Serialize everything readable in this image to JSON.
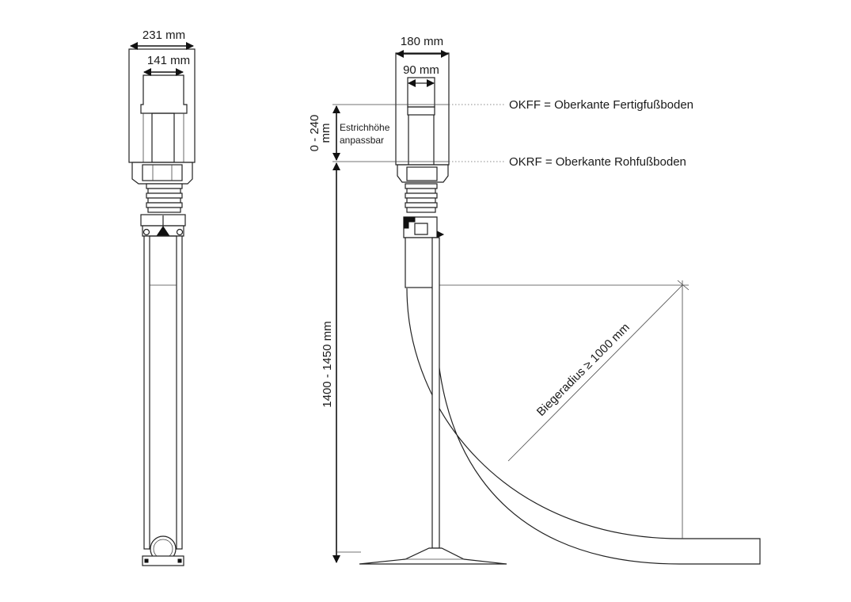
{
  "left_view": {
    "outer_width": "231 mm",
    "inner_width": "141 mm"
  },
  "right_view": {
    "outer_width": "180 mm",
    "inner_width": "90 mm",
    "screed_range": "0 - 240",
    "screed_range_unit": "mm",
    "screed_note_line1": "Estrichhöhe",
    "screed_note_line2": "anpassbar",
    "height_range": "1400 - 1450 mm",
    "bend_radius": "Biegeradius ≥ 1000 mm"
  },
  "levels": {
    "okff": "OKFF = Oberkante Fertigfußboden",
    "okrf": "OKRF = Oberkante Rohfußboden"
  }
}
